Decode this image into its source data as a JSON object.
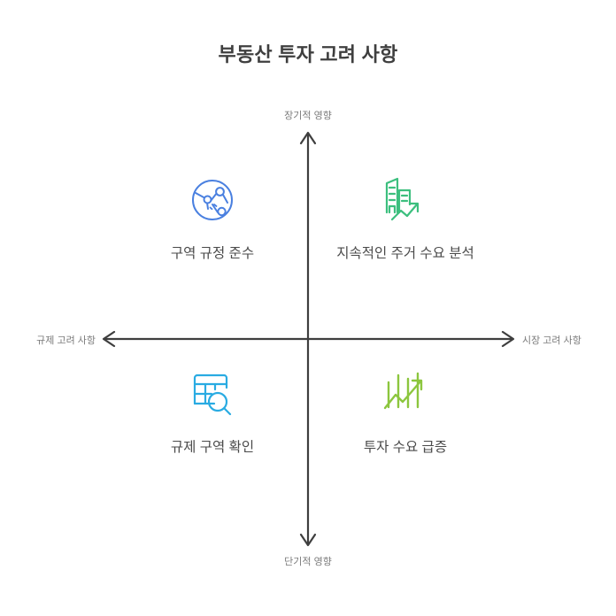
{
  "header": {
    "title": "부동산 투자 고려 사항"
  },
  "axes": {
    "top_label": "장기적 영향",
    "bottom_label": "단기적 영향",
    "left_label": "규제 고려 사항",
    "right_label": "시장 고려 사항",
    "line_color": "#3f3f3f"
  },
  "quadrants": {
    "top_left": {
      "label": "구역 규정 준수",
      "icon": "network-globe-icon",
      "color": "#4a80e0"
    },
    "top_right": {
      "label": "지속적인 주거 수요 분석",
      "icon": "buildings-growth-arrow-icon",
      "color": "#3cbf7e"
    },
    "bottom_left": {
      "label": "규제 구역 확인",
      "icon": "table-search-icon",
      "color": "#29abe2"
    },
    "bottom_right": {
      "label": "투자 수요 급증",
      "icon": "bar-chart-trend-arrow-icon",
      "color": "#8cc63e"
    }
  },
  "chart_data": {
    "type": "table",
    "title": "부동산 투자 고려 사항",
    "xlabel": "규제 고려 사항 ↔ 시장 고려 사항",
    "ylabel": "단기적 영향 ↔ 장기적 영향",
    "axis_ends": {
      "x_negative": "규제 고려 사항",
      "x_positive": "시장 고려 사항",
      "y_negative": "단기적 영향",
      "y_positive": "장기적 영향"
    },
    "categories": [
      "구역 규정 준수",
      "지속적인 주거 수요 분석",
      "규제 구역 확인",
      "투자 수요 급증"
    ],
    "points": [
      {
        "label": "구역 규정 준수",
        "quadrant": "top-left",
        "x": -1,
        "y": 1
      },
      {
        "label": "지속적인 주거 수요 분석",
        "quadrant": "top-right",
        "x": 1,
        "y": 1
      },
      {
        "label": "규제 구역 확인",
        "quadrant": "bottom-left",
        "x": -1,
        "y": -1
      },
      {
        "label": "투자 수요 급증",
        "quadrant": "bottom-right",
        "x": 1,
        "y": -1
      }
    ],
    "xlim": [
      -1,
      1
    ],
    "ylim": [
      -1,
      1
    ],
    "grid": false,
    "legend": "none"
  }
}
